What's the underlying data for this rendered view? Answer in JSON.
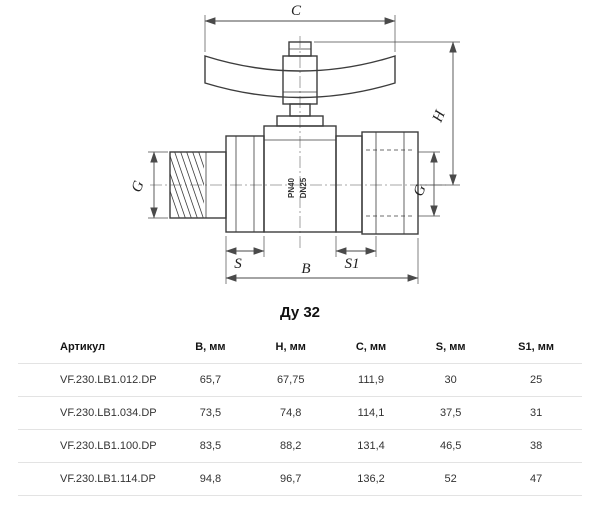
{
  "diagram": {
    "title": "Ду 32",
    "labels": {
      "c": "C",
      "h": "H",
      "g_left": "G",
      "g_right": "G",
      "s": "S",
      "s1": "S1",
      "b": "B"
    },
    "body_marking": {
      "line1": "PN40",
      "line2": "DN25"
    }
  },
  "colors": {
    "ink": "#3d3d3d",
    "table_border": "#e3e3e3"
  },
  "table": {
    "headers": [
      "Артикул",
      "B, мм",
      "H, мм",
      "C, мм",
      "S, мм",
      "S1, мм"
    ],
    "rows": [
      [
        "VF.230.LB1.012.DP",
        "65,7",
        "67,75",
        "111,9",
        "30",
        "25"
      ],
      [
        "VF.230.LB1.034.DP",
        "73,5",
        "74,8",
        "114,1",
        "37,5",
        "31"
      ],
      [
        "VF.230.LB1.100.DP",
        "83,5",
        "88,2",
        "131,4",
        "46,5",
        "38"
      ],
      [
        "VF.230.LB1.114.DP",
        "94,8",
        "96,7",
        "136,2",
        "52",
        "47"
      ]
    ]
  }
}
